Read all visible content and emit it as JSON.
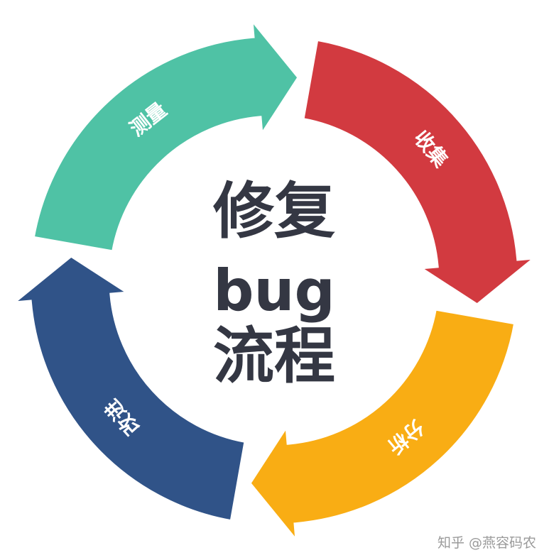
{
  "title": {
    "line1": "修复",
    "line2": "bug",
    "line3": "流程"
  },
  "segments": [
    {
      "label": "测量",
      "color": "#4fc2a5"
    },
    {
      "label": "收集",
      "color": "#d23a40"
    },
    {
      "label": "分析",
      "color": "#f9ad14"
    },
    {
      "label": "改进",
      "color": "#305388"
    }
  ],
  "watermark": "知乎 @燕容码农"
}
